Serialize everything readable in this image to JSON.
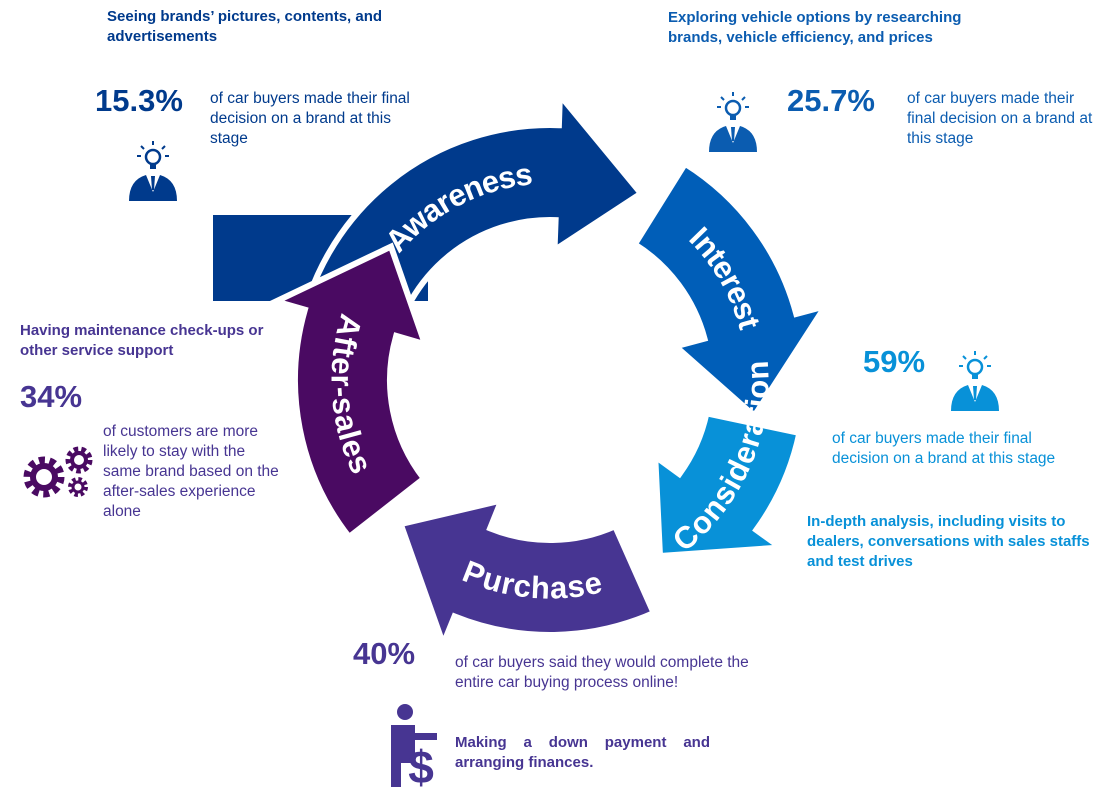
{
  "colors": {
    "awareness": "#003a8c",
    "interest": "#005eb8",
    "consideration": "#0891d8",
    "purchase": "#473592",
    "after_sales": "#4a0a62"
  },
  "stages": {
    "awareness": {
      "label": "Awareness",
      "heading": "Seeing brands’ pictures, contents, and advertisements",
      "percent": "15.3%",
      "description": "of car buyers made their final decision on a brand at this stage",
      "icon": "person-lightbulb-icon"
    },
    "interest": {
      "label": "Interest",
      "heading": "Exploring vehicle options by researching brands, vehicle efficiency, and prices",
      "percent": "25.7%",
      "description": "of car buyers made their final decision on a brand at this stage",
      "icon": "person-lightbulb-icon"
    },
    "consideration": {
      "label": "Consideration",
      "heading": "In-depth analysis, including visits to dealers, conversations with sales staffs and test drives",
      "percent": "59%",
      "description": "of car buyers made their final decision on a brand at this stage",
      "icon": "person-lightbulb-icon"
    },
    "purchase": {
      "label": "Purchase",
      "heading": "Making a down payment and arranging finances.",
      "percent": "40%",
      "description": "of car buyers said they would complete the entire car buying process online!",
      "icon": "person-dollar-icon"
    },
    "after_sales": {
      "label": "After-sales",
      "heading": "Having maintenance check-ups or other service support",
      "percent": "34%",
      "description": "of customers are more likely to stay with the same brand based on the after-sales experience alone",
      "icon": "gears-icon"
    }
  }
}
